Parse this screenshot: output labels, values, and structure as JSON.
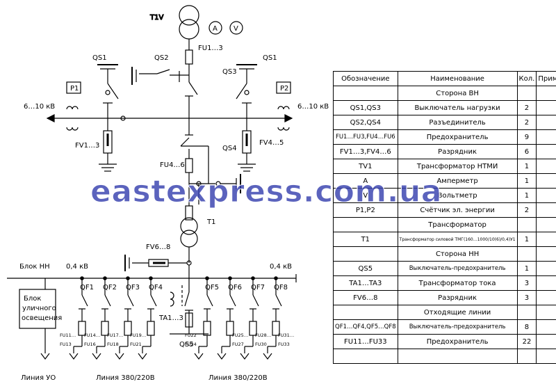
{
  "labels": {
    "t1v": "T1V",
    "ammeter": "A",
    "voltmeter": "V",
    "fu1_3": "FU1…3",
    "qs1_left": "QS1",
    "qs1_right": "QS1",
    "qs2": "QS2",
    "qs3": "QS3",
    "qs4": "QS4",
    "p1": "P1",
    "p2": "P2",
    "voltage_left": "6…10 кВ",
    "voltage_right": "6…10 кВ",
    "fv1_3": "FV1…3",
    "fv4_5": "FV4…5",
    "fu4_6": "FU4…6",
    "t1": "T1",
    "fv6_8": "FV6…8",
    "block_nn": "Блок НН",
    "v04_left": "0,4 кВ",
    "v04_right": "0,4 кВ",
    "street_block": [
      "Блок",
      "уличного",
      "освещения"
    ],
    "ta1_3": "TA1…3",
    "qs5": "QS5",
    "line_uo": "Линия УО",
    "line_380_left": "Линия 380/220В",
    "line_380_right": "Линия 380/220В"
  },
  "feeders": [
    {
      "qf": "QF1",
      "fu_top": "FU11…",
      "fu_bottom": "FU13",
      "fu_right": "FU14…",
      "fu_right2": "FU16"
    },
    {
      "qf": "QF2",
      "fu_right": "FU17…",
      "fu_right2": "FU18"
    },
    {
      "qf": "QF3",
      "fu_right": "FU19…",
      "fu_right2": "FU21"
    },
    {
      "qf": "QF4"
    },
    {
      "qf": "QF5",
      "fu_top": "FU22",
      "fu_bottom": "FU24"
    },
    {
      "qf": "QF6",
      "fu_right": "FU25…",
      "fu_right2": "FU27"
    },
    {
      "qf": "QF7",
      "fu_right": "FU28…",
      "fu_right2": "FU30"
    },
    {
      "qf": "QF8",
      "fu_right": "FU31…",
      "fu_right2": "FU33"
    }
  ],
  "table": {
    "headers": [
      "Обозначение",
      "Наименование",
      "Кол.",
      "Примечания"
    ],
    "rows": [
      {
        "section": "Сторона ВН"
      },
      {
        "code": "QS1,QS3",
        "name": "Выключатель нагрузки",
        "qty": "2",
        "note": ""
      },
      {
        "code": "QS2,QS4",
        "name": "Разъединитель",
        "qty": "2",
        "note": ""
      },
      {
        "code": "FU1…FU3,FU4…FU6",
        "name": "Предохранитель",
        "qty": "9",
        "note": "",
        "code_size": "sm"
      },
      {
        "code": "FV1…3,FV4…6",
        "name": "Разрядник",
        "qty": "6",
        "note": ""
      },
      {
        "code": "TV1",
        "name": "Трансформатор НТМИ",
        "qty": "1",
        "note": ""
      },
      {
        "code": "A",
        "name": "Амперметр",
        "qty": "1",
        "note": ""
      },
      {
        "code": "V",
        "name": "Вольтметр",
        "qty": "1",
        "note": ""
      },
      {
        "code": "P1,P2",
        "name": "Счётчик эл. энергии",
        "qty": "2",
        "note": ""
      },
      {
        "section": "Трансформатор"
      },
      {
        "code": "T1",
        "name": "Трансформатор силовой ТМГ(160…1000/10(6)/0,4)У1",
        "qty": "1",
        "note": "",
        "name_size": "tiny"
      },
      {
        "section": "Сторона НН"
      },
      {
        "code": "QS5",
        "name": "Выключатель-предохранитель",
        "qty": "1",
        "note": "",
        "name_size": "sm"
      },
      {
        "code": "TA1…TA3",
        "name": "Трансформатор тока",
        "qty": "3",
        "note": ""
      },
      {
        "code": "FV6…8",
        "name": "Разрядник",
        "qty": "3",
        "note": ""
      },
      {
        "section": "Отходящие линии"
      },
      {
        "code": "QF1…QF4,QF5…QF8",
        "name": "Выключатель-предохранитель",
        "qty": "8",
        "note": "",
        "code_size": "sm",
        "name_size": "sm"
      },
      {
        "code": "FU11…FU33",
        "name": "Предохранитель",
        "qty": "22",
        "note": ""
      },
      {
        "code": "",
        "name": "",
        "qty": "",
        "note": ""
      }
    ]
  },
  "watermark": "eastexpress.com.ua"
}
